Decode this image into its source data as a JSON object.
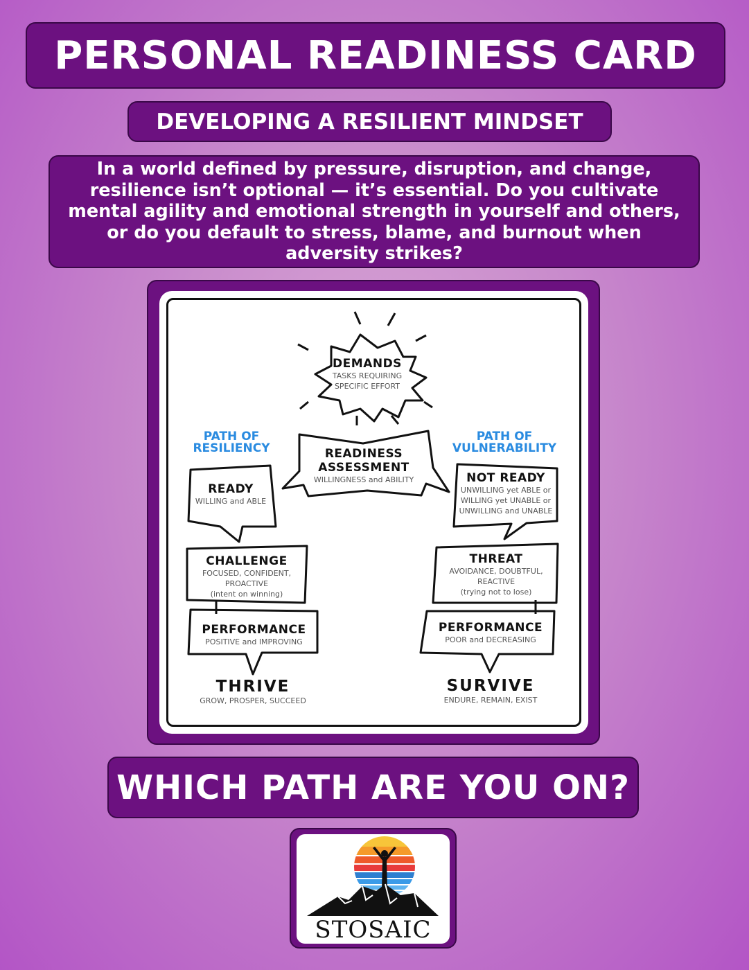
{
  "title": "PERSONAL READINESS CARD",
  "subtitle": "DEVELOPING A RESILIENT MINDSET",
  "intro": "In a world defined by pressure, disruption, and change, resilience isn’t optional — it’s essential. Do you cultivate mental agility and emotional strength in yourself and others, or do you default to stress, blame, and burnout when adversity strikes?",
  "diagram": {
    "demands": {
      "title": "DEMANDS",
      "line1": "TASKS REQUIRING",
      "line2": "SPECIFIC EFFORT"
    },
    "assessment": {
      "line1": "READINESS",
      "line2": "ASSESSMENT",
      "sub": "WILLINGNESS and ABILITY"
    },
    "left_path": {
      "line1": "PATH OF",
      "line2": "RESILIENCY"
    },
    "right_path": {
      "line1": "PATH OF",
      "line2": "VULNERABILITY"
    },
    "ready": {
      "title": "READY",
      "sub": "WILLING and ABLE"
    },
    "not_ready": {
      "title": "NOT READY",
      "l1": "UNWILLING yet ABLE or",
      "l2": "WILLING yet UNABLE or",
      "l3": "UNWILLING and UNABLE"
    },
    "challenge": {
      "title": "CHALLENGE",
      "l1": "FOCUSED, CONFIDENT,",
      "l2": "PROACTIVE",
      "l3": "(intent on winning)"
    },
    "threat": {
      "title": "THREAT",
      "l1": "AVOIDANCE, DOUBTFUL,",
      "l2": "REACTIVE",
      "l3": "(trying not to lose)"
    },
    "perf_left": {
      "title": "PERFORMANCE",
      "sub": "POSITIVE and IMPROVING"
    },
    "perf_right": {
      "title": "PERFORMANCE",
      "sub": "POOR and DECREASING"
    },
    "thrive": {
      "title": "THRIVE",
      "sub": "GROW, PROSPER, SUCCEED"
    },
    "survive": {
      "title": "SURVIVE",
      "sub": "ENDURE, REMAIN, EXIST"
    }
  },
  "question": "WHICH PATH ARE YOU ON?",
  "logo": {
    "text": "STOSAIC"
  },
  "colors": {
    "purple": "#6c1180",
    "path_blue": "#2a8be0"
  }
}
